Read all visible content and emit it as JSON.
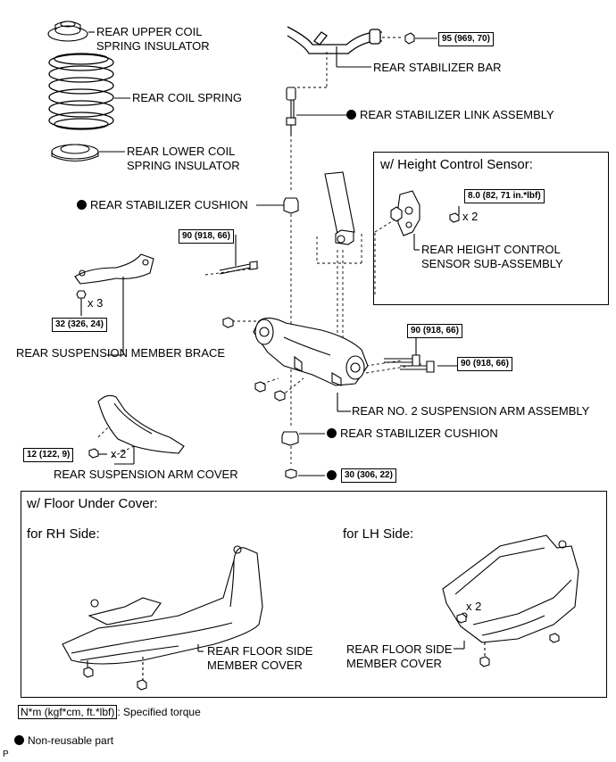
{
  "labels": {
    "upper_insulator": [
      "REAR UPPER COIL",
      "SPRING INSULATOR"
    ],
    "coil_spring": "REAR COIL SPRING",
    "lower_insulator": [
      "REAR LOWER COIL",
      "SPRING INSULATOR"
    ],
    "stabilizer_bar": "REAR STABILIZER BAR",
    "stabilizer_link": "REAR STABILIZER LINK ASSEMBLY",
    "stabilizer_cushion_upper": "REAR STABILIZER CUSHION",
    "stabilizer_cushion_lower": "REAR STABILIZER CUSHION",
    "member_brace": "REAR SUSPENSION MEMBER BRACE",
    "arm_cover": "REAR SUSPENSION ARM COVER",
    "no2_arm": "REAR NO. 2 SUSPENSION ARM ASSEMBLY",
    "height_sensor": [
      "REAR HEIGHT CONTROL",
      "SENSOR SUB-ASSEMBLY"
    ],
    "rh_cover": [
      "REAR FLOOR SIDE",
      "MEMBER COVER"
    ],
    "lh_cover": [
      "REAR FLOOR SIDE",
      "MEMBER COVER"
    ]
  },
  "torques": {
    "stabilizer_bar_nut": "95 (969, 70)",
    "link_nut": "30 (306, 22)",
    "brace_bolt": "32 (326, 24)",
    "arm_bolt_left": "90 (918, 66)",
    "arm_bolt_right_upper": "90 (918, 66)",
    "arm_bolt_right_lower": "90 (918, 66)",
    "cover_bolt": "12 (122, 9)",
    "sensor_bolt": "8.0 (82, 71 in.*lbf)"
  },
  "quantities": {
    "brace_bolts": "x 3",
    "cover_bolts": "x 2",
    "sensor_bolts": "x 2",
    "lh_cover_bolts": "x 2"
  },
  "sections": {
    "height_sensor_title": "w/ Height Control Sensor:",
    "floor_cover_title": "w/ Floor Under Cover:",
    "rh_side": "for RH Side:",
    "lh_side": "for LH Side:"
  },
  "legend": {
    "torque_box": "N*m (kgf*cm, ft.*lbf)",
    "torque_text": ": Specified torque",
    "nonreusable": "Non-reusable part",
    "corner_letter": "P"
  },
  "icons": [
    "non-reusable-dot-icon"
  ]
}
